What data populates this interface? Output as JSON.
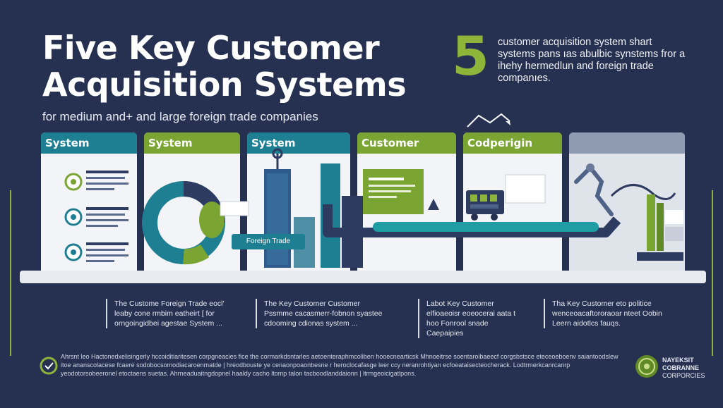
{
  "header": {
    "title_line1": "Five Key Customer",
    "title_line2": "Acquisition Systems",
    "subtitle": "for medium and+ and large foreign trade companies",
    "number": "5",
    "side_text": "customer acquisition system shart systems pans ıas abulbic synstems fror a ihehy hermedlun and foreign trade companıes."
  },
  "panels": [
    {
      "label": "System",
      "color": "#1e7f93"
    },
    {
      "label": "System",
      "color": "#7aa533"
    },
    {
      "label": "System",
      "color": "#1e7f93"
    },
    {
      "label": "Customer",
      "color": "#7aa533"
    },
    {
      "label": "Codperigin",
      "color": "#7aa533"
    },
    {
      "label": "",
      "color": "#8f9bb0"
    }
  ],
  "illustration": {
    "chip_label": "Foreign Trade"
  },
  "captions": [
    "The Custome Foreign Trade eocl' leaby cone rmbim eatheirt [ for orngoingidbei agestae System ...",
    "The Key Customer Customer Pssmme cacasmerr-fobnon syastee cdooming cdionas system ...",
    "Labot Key Customer elfioaeoisr eoeocerai aata t hoo Fonrool snade Caepaipies",
    "Tha Key Customer eto politice wenceoacaftororaoar nteet Oobin Leern aidotlcs fauqs."
  ],
  "footer": {
    "text": "Ahrsnt leo Hactonedxelisingerly hccoiditiaritesen corpgneacies fice the cormarkdsntarles aetoenteraphmcoliben hooecnearticsk Mhnoeitrse soentaroibaeecf corgsbstsce eteceoeboenv saiantoodslew itoe ananscolacese fcaere sodobocsomodiacaroenmatde | hreodbouste ye cenaonpoaonbesne r heroclocafasge leer ccy neranrohtiyan ecfoeataisecteocherack. Lodtrmerkcanrcanrp yeodotorsobeeronel etoctaens suetas. Ahrneaduaitngdopnel haaldy cacho ltomp talon tacboodlanddaionn | ltrmgeoicigatlpons.",
    "brand_line1": "NAYEKSIT",
    "brand_line2": "COBRANNE",
    "brand_line3": "CORPORCIES"
  },
  "colors": {
    "background": "#263152",
    "accent_green": "#8fb43a",
    "accent_teal": "#1e7f93"
  }
}
